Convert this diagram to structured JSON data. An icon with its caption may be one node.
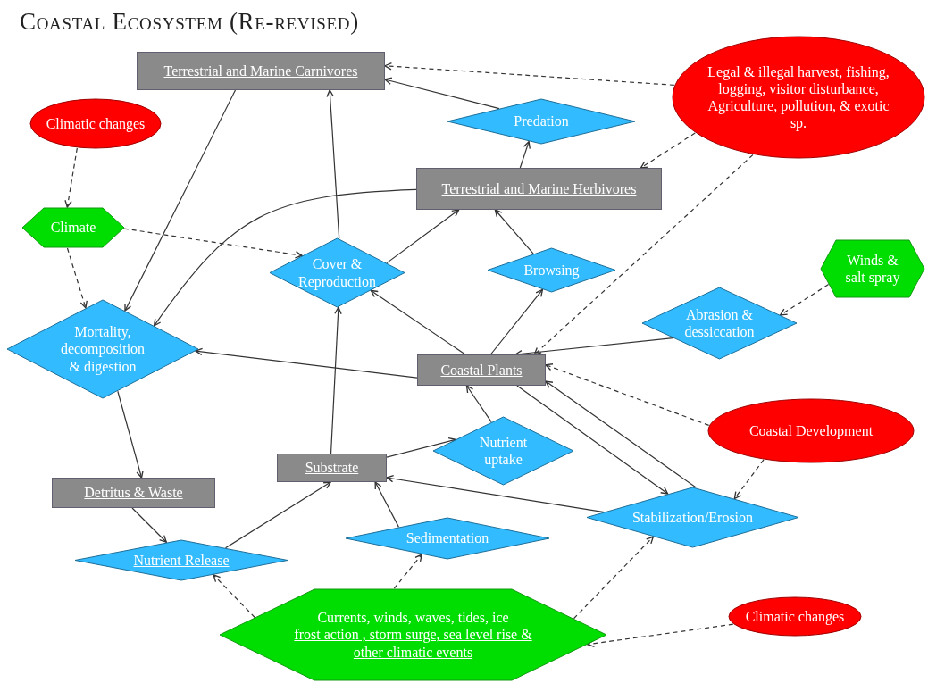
{
  "diagram": {
    "title": "Coastal Ecosystem (Re-revised)",
    "nodes": [
      {
        "text": [
          "Terrestrial and Marine Carnivores"
        ]
      },
      {
        "text": [
          "Climatic changes"
        ]
      },
      {
        "text": [
          "Legal & illegal harvest, fishing, logging, visitor disturbance, Agriculture, pollution, & exotic sp."
        ]
      },
      {
        "text": [
          "Predation"
        ]
      },
      {
        "text": [
          "Terrestrial and Marine Herbivores"
        ]
      },
      {
        "text": [
          "Climate"
        ]
      },
      {
        "text": [
          "Cover & Reproduction"
        ]
      },
      {
        "text": [
          "Browsing"
        ]
      },
      {
        "text": [
          "Winds & salt spray"
        ]
      },
      {
        "text": [
          "Mortality, decomposition & digestion"
        ]
      },
      {
        "text": [
          "Abrasion & dessiccation"
        ]
      },
      {
        "text": [
          "Coastal Plants"
        ]
      },
      {
        "text": [
          "Coastal Development"
        ]
      },
      {
        "text": [
          "Nutrient uptake"
        ]
      },
      {
        "text": [
          "Substrate"
        ]
      },
      {
        "text": [
          "Detritus & Waste"
        ]
      },
      {
        "text": [
          "Stabilization/Erosion"
        ]
      },
      {
        "text": [
          "Sedimentation"
        ]
      },
      {
        "text": [
          "Nutrient Release"
        ]
      },
      {
        "text": [
          "Currents, winds, waves, tides, ice",
          "frost action , storm surge, sea level rise & other climatic events"
        ]
      },
      {
        "text": [
          "Climatic changes"
        ]
      }
    ],
    "edges": [
      {
        "from": 2,
        "to": 0,
        "arrow": "to",
        "style": "dashed"
      },
      {
        "from": 3,
        "to": 0,
        "arrow": "to"
      },
      {
        "from": 2,
        "to": 4,
        "arrow": "to",
        "style": "dashed"
      },
      {
        "from": 2,
        "to": 11,
        "arrow": "to",
        "style": "dashed"
      },
      {
        "from": 1,
        "to": 5,
        "arrow": "to",
        "style": "dashed"
      },
      {
        "from": 0,
        "to": 9,
        "arrow": "to"
      },
      {
        "from": 4,
        "to": 9,
        "arrow": "to"
      },
      {
        "from": 5,
        "to": 6,
        "arrow": "to",
        "style": "dashed"
      },
      {
        "from": 5,
        "to": 9,
        "arrow": "to",
        "style": "dashed"
      },
      {
        "from": 6,
        "to": 0,
        "arrow": "to"
      },
      {
        "from": 6,
        "to": 4,
        "arrow": "to"
      },
      {
        "from": 4,
        "to": 3,
        "arrow": "to"
      },
      {
        "from": 7,
        "to": 4,
        "arrow": "to"
      },
      {
        "from": 11,
        "to": 6,
        "arrow": "to"
      },
      {
        "from": 11,
        "to": 7,
        "arrow": "to"
      },
      {
        "from": 8,
        "to": 10,
        "arrow": "to",
        "style": "dashed"
      },
      {
        "from": 10,
        "to": 11,
        "arrow": "to"
      },
      {
        "from": 11,
        "to": 9,
        "arrow": "to"
      },
      {
        "from": 12,
        "to": 11,
        "arrow": "to",
        "style": "dashed"
      },
      {
        "from": 12,
        "to": 16,
        "arrow": "to",
        "style": "dashed"
      },
      {
        "from": 9,
        "to": 15,
        "arrow": "to"
      },
      {
        "from": 15,
        "to": 18,
        "arrow": "to"
      },
      {
        "from": 18,
        "to": 14,
        "arrow": "to"
      },
      {
        "from": 14,
        "to": 6,
        "arrow": "to"
      },
      {
        "from": 14,
        "to": 13,
        "arrow": "to"
      },
      {
        "from": 13,
        "to": 11,
        "arrow": "to"
      },
      {
        "from": 11,
        "to": 16,
        "arrow": "to"
      },
      {
        "from": 16,
        "to": 11,
        "arrow": "to"
      },
      {
        "from": 16,
        "to": 14,
        "arrow": "to"
      },
      {
        "from": 17,
        "to": 14,
        "arrow": "to"
      },
      {
        "from": 19,
        "to": 18,
        "arrow": "to",
        "style": "dashed"
      },
      {
        "from": 19,
        "to": 17,
        "arrow": "to",
        "style": "dashed"
      },
      {
        "from": 19,
        "to": 16,
        "arrow": "to",
        "style": "dashed"
      },
      {
        "from": 20,
        "to": 19,
        "arrow": "to",
        "style": "dashed"
      }
    ]
  }
}
